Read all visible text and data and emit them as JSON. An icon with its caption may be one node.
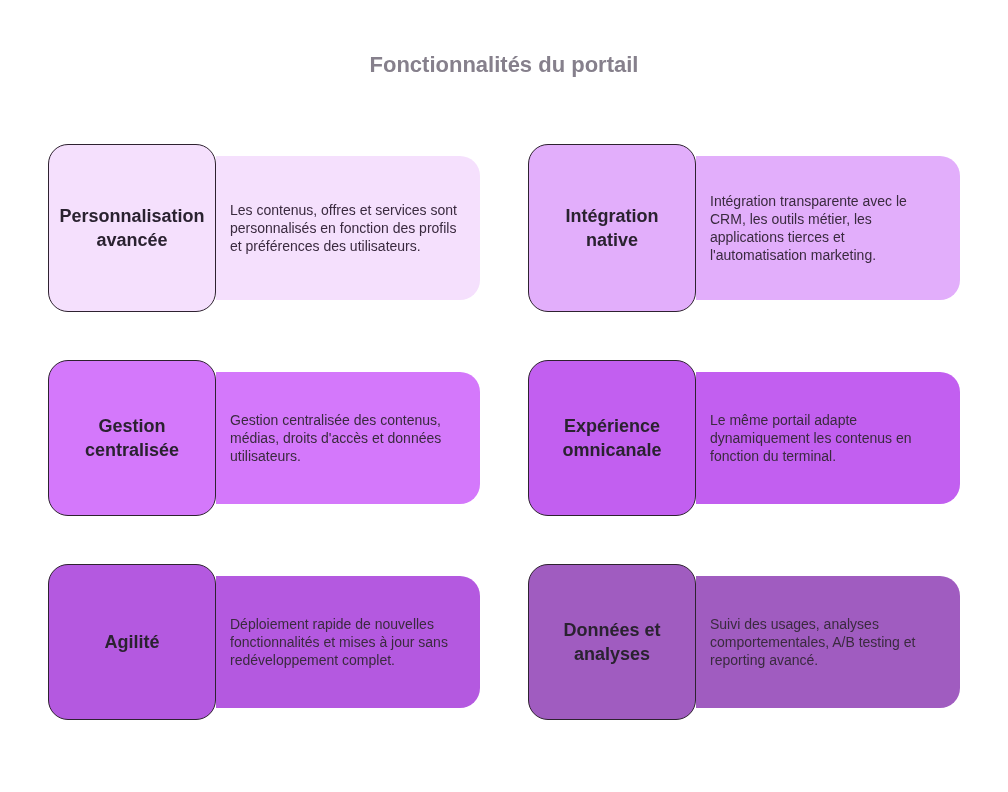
{
  "diagram": {
    "title": "Fonctionnalités du portail",
    "nodes": [
      {
        "text": [
          "Personnalisation avancée"
        ]
      },
      {
        "text": [
          "Les contenus, offres et services sont personnalisés en fonction des profils et préférences des utilisateurs."
        ]
      },
      {
        "text": [
          "Intégration native"
        ]
      },
      {
        "text": [
          "Intégration transparente avec le CRM, les outils métier, les applications tierces et l'automatisation marketing."
        ]
      },
      {
        "text": [
          "Gestion centralisée"
        ]
      },
      {
        "text": [
          "Gestion centralisée des contenus, médias, droits d'accès et données utilisateurs."
        ]
      },
      {
        "text": [
          "Expérience omnicanale"
        ]
      },
      {
        "text": [
          "Le même portail adapte dynamiquement les contenus en fonction du terminal."
        ]
      },
      {
        "text": [
          "Agilité"
        ]
      },
      {
        "text": [
          "Déploiement rapide de nouvelles fonctionnalités et mises à jour sans redéveloppement complet."
        ]
      },
      {
        "text": [
          "Données et analyses"
        ]
      },
      {
        "text": [
          "Suivi des usages, analyses comportementales, A/B testing et reporting avancé."
        ]
      }
    ]
  }
}
